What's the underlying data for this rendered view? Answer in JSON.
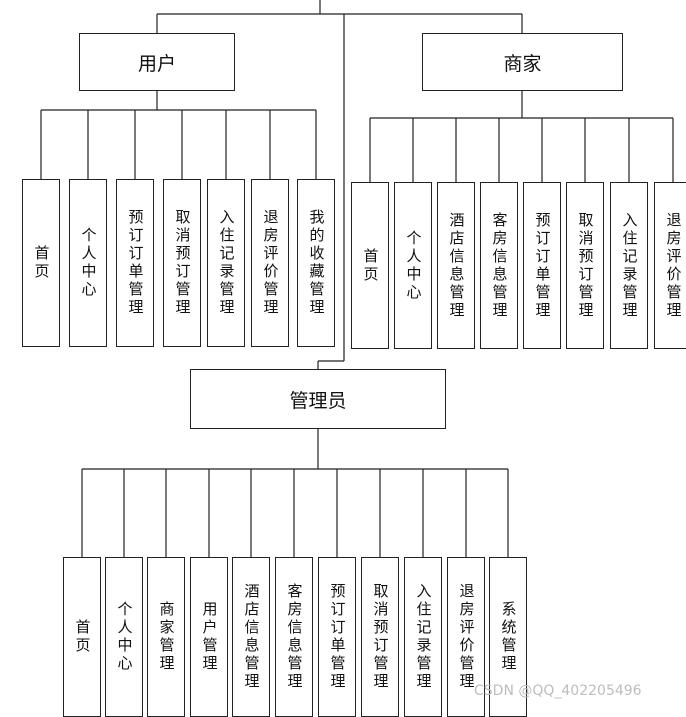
{
  "groups": {
    "user": {
      "title": "用户",
      "children": [
        "首页",
        "个人中心",
        "预订订单管理",
        "取消预订管理",
        "入住记录管理",
        "退房评价管理",
        "我的收藏管理"
      ]
    },
    "merchant": {
      "title": "商家",
      "children": [
        "首页",
        "个人中心",
        "酒店信息管理",
        "客房信息管理",
        "预订订单管理",
        "取消预订管理",
        "入住记录管理",
        "退房评价管理"
      ]
    },
    "admin": {
      "title": "管理员",
      "children": [
        "首页",
        "个人中心",
        "商家管理",
        "用户管理",
        "酒店信息管理",
        "客房信息管理",
        "预订订单管理",
        "取消预订管理",
        "入住记录管理",
        "退房评价管理",
        "系统管理"
      ]
    }
  },
  "watermark": "CSDN @QQ_402205496"
}
